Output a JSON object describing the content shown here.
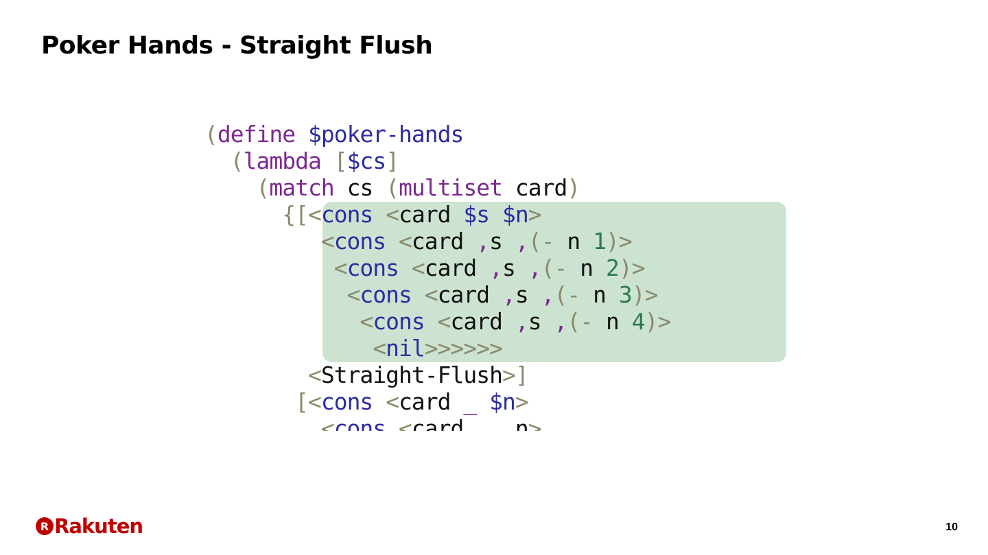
{
  "slide": {
    "title": "Poker Hands - Straight Flush",
    "page_number": "10",
    "logo_text": "Rakuten",
    "logo_mark": "R"
  },
  "colors": {
    "paren": "#8a8a6c",
    "keyword": "#7b2a8e",
    "symbol": "#2d2da0",
    "number": "#2c7a4d",
    "plain": "#111111",
    "highlight": "#cde3d2",
    "brand": "#bf0000"
  },
  "code": {
    "lines": [
      [
        [
          "paren",
          "("
        ],
        [
          "kw",
          "define"
        ],
        [
          "plain",
          " "
        ],
        [
          "sym",
          "$poker-hands"
        ]
      ],
      [
        [
          "plain",
          "  "
        ],
        [
          "paren",
          "("
        ],
        [
          "kw",
          "lambda"
        ],
        [
          "plain",
          " "
        ],
        [
          "paren",
          "["
        ],
        [
          "sym",
          "$cs"
        ],
        [
          "paren",
          "]"
        ]
      ],
      [
        [
          "plain",
          "    "
        ],
        [
          "paren",
          "("
        ],
        [
          "kw",
          "match"
        ],
        [
          "plain",
          " cs "
        ],
        [
          "paren",
          "("
        ],
        [
          "kw",
          "multiset"
        ],
        [
          "plain",
          " card"
        ],
        [
          "paren",
          ")"
        ]
      ],
      [
        [
          "plain",
          "      "
        ],
        [
          "paren",
          "{["
        ],
        [
          "paren",
          "<"
        ],
        [
          "sym",
          "cons"
        ],
        [
          "plain",
          " "
        ],
        [
          "paren",
          "<"
        ],
        [
          "plain",
          "card "
        ],
        [
          "sym",
          "$s"
        ],
        [
          "plain",
          " "
        ],
        [
          "sym",
          "$n"
        ],
        [
          "paren",
          ">"
        ]
      ],
      [
        [
          "plain",
          "         "
        ],
        [
          "paren",
          "<"
        ],
        [
          "sym",
          "cons"
        ],
        [
          "plain",
          " "
        ],
        [
          "paren",
          "<"
        ],
        [
          "plain",
          "card "
        ],
        [
          "kw",
          ","
        ],
        [
          "plain",
          "s "
        ],
        [
          "kw",
          ","
        ],
        [
          "paren",
          "(-"
        ],
        [
          "plain",
          " n "
        ],
        [
          "num",
          "1"
        ],
        [
          "paren",
          ")>"
        ]
      ],
      [
        [
          "plain",
          "          "
        ],
        [
          "paren",
          "<"
        ],
        [
          "sym",
          "cons"
        ],
        [
          "plain",
          " "
        ],
        [
          "paren",
          "<"
        ],
        [
          "plain",
          "card "
        ],
        [
          "kw",
          ","
        ],
        [
          "plain",
          "s "
        ],
        [
          "kw",
          ","
        ],
        [
          "paren",
          "(-"
        ],
        [
          "plain",
          " n "
        ],
        [
          "num",
          "2"
        ],
        [
          "paren",
          ")>"
        ]
      ],
      [
        [
          "plain",
          "           "
        ],
        [
          "paren",
          "<"
        ],
        [
          "sym",
          "cons"
        ],
        [
          "plain",
          " "
        ],
        [
          "paren",
          "<"
        ],
        [
          "plain",
          "card "
        ],
        [
          "kw",
          ","
        ],
        [
          "plain",
          "s "
        ],
        [
          "kw",
          ","
        ],
        [
          "paren",
          "(-"
        ],
        [
          "plain",
          " n "
        ],
        [
          "num",
          "3"
        ],
        [
          "paren",
          ")>"
        ]
      ],
      [
        [
          "plain",
          "            "
        ],
        [
          "paren",
          "<"
        ],
        [
          "sym",
          "cons"
        ],
        [
          "plain",
          " "
        ],
        [
          "paren",
          "<"
        ],
        [
          "plain",
          "card "
        ],
        [
          "kw",
          ","
        ],
        [
          "plain",
          "s "
        ],
        [
          "kw",
          ","
        ],
        [
          "paren",
          "(-"
        ],
        [
          "plain",
          " n "
        ],
        [
          "num",
          "4"
        ],
        [
          "paren",
          ")>"
        ]
      ],
      [
        [
          "plain",
          "             "
        ],
        [
          "paren",
          "<"
        ],
        [
          "sym",
          "nil"
        ],
        [
          "paren",
          ">>>>>>"
        ]
      ],
      [
        [
          "plain",
          "        "
        ],
        [
          "paren",
          "<"
        ],
        [
          "plain",
          "Straight-Flush"
        ],
        [
          "paren",
          ">]"
        ]
      ],
      [
        [
          "plain",
          "       "
        ],
        [
          "paren",
          "["
        ],
        [
          "paren",
          "<"
        ],
        [
          "sym",
          "cons"
        ],
        [
          "plain",
          " "
        ],
        [
          "paren",
          "<"
        ],
        [
          "plain",
          "card "
        ],
        [
          "kw",
          "_"
        ],
        [
          "plain",
          " "
        ],
        [
          "sym",
          "$n"
        ],
        [
          "paren",
          ">"
        ]
      ],
      [
        [
          "plain",
          "         "
        ],
        [
          "paren",
          "<"
        ],
        [
          "sym",
          "cons"
        ],
        [
          "plain",
          " "
        ],
        [
          "paren",
          "<"
        ],
        [
          "plain",
          "card "
        ],
        [
          "kw",
          "_"
        ],
        [
          "plain",
          " "
        ],
        [
          "kw",
          ","
        ],
        [
          "plain",
          "n"
        ],
        [
          "paren",
          ">"
        ]
      ]
    ]
  }
}
